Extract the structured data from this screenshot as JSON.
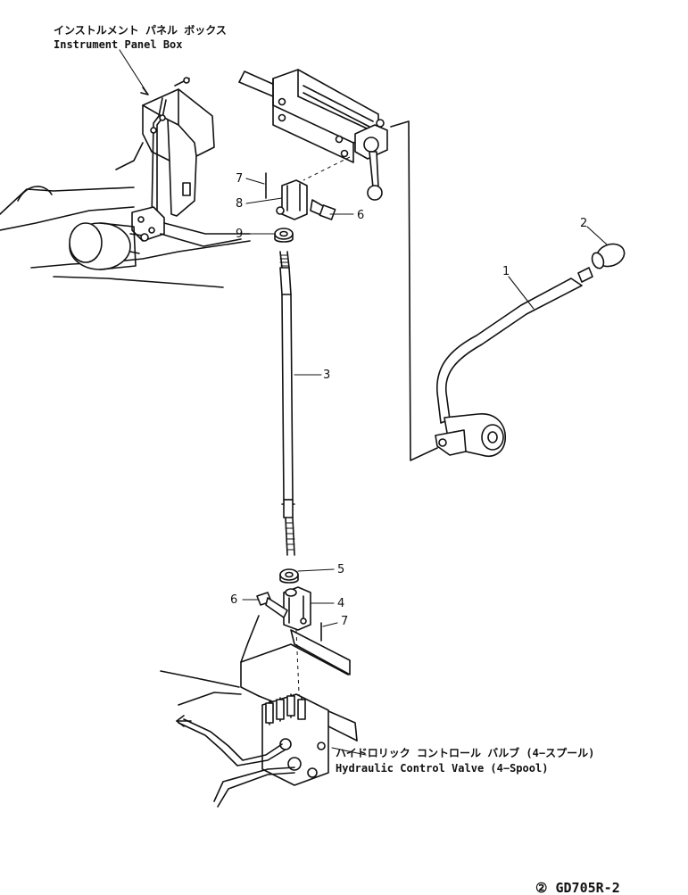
{
  "labels": {
    "panel_box_jp": "インストルメント パネル ボックス",
    "panel_box_en": "Instrument Panel Box",
    "valve_jp": "ハイドロリック コントロール バルブ (4−スプール)",
    "valve_en": "Hydraulic Control Valve (4−Spool)",
    "figure_ref": "② GD705R-2"
  },
  "callouts": {
    "c1": "1",
    "c2": "2",
    "c3": "3",
    "c4": "4",
    "c5": "5",
    "c6_top": "6",
    "c6_bottom": "6",
    "c7_top": "7",
    "c7_bottom": "7",
    "c8": "8",
    "c9": "9"
  }
}
